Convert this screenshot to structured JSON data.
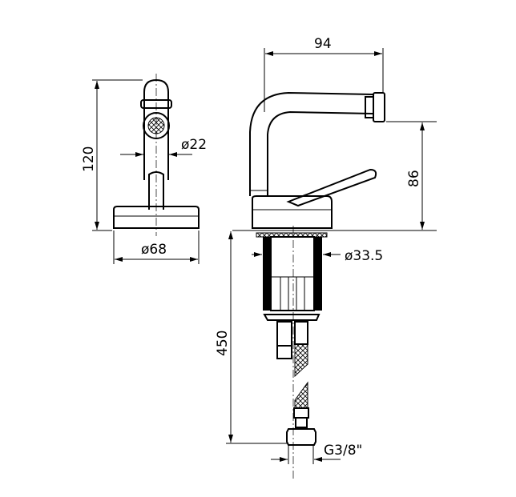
{
  "title": "Bidet mixer technical drawing",
  "dimensions": {
    "height_total": "120",
    "spout_diameter": "ø22",
    "base_diameter": "ø68",
    "spout_reach": "94",
    "spout_height": "86",
    "shank_diameter": "ø33.5",
    "hose_length": "450",
    "connection_thread": "G3/8\""
  }
}
